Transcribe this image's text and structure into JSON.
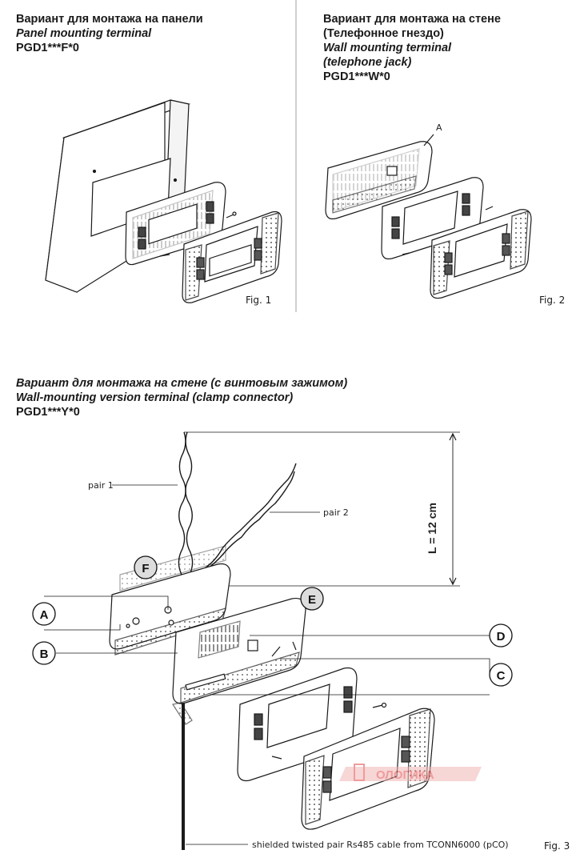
{
  "fig1": {
    "ru": "Вариант для монтажа на панели",
    "en": "Panel mounting terminal",
    "code": "PGD1***F*0",
    "caption": "Fig. 1"
  },
  "fig2": {
    "ru_line1": "Вариант для монтажа на стене",
    "ru_line2": "(Телефонное гнездо)",
    "en_line1": "Wall mounting terminal",
    "en_line2": "(telephone jack)",
    "code": "PGD1***W*0",
    "label_a": "A",
    "caption": "Fig. 2"
  },
  "fig3": {
    "ru": "Вариант для монтажа на стене (с винтовым зажимом)",
    "en": "Wall-mounting version terminal (clamp connector)",
    "code": "PGD1***Y*0",
    "pair1": "pair 1",
    "pair2": "pair 2",
    "length": "L = 12 cm",
    "cable": "shielded twisted pair Rs485 cable from TCONN6000 (pCO)",
    "markers": [
      "A",
      "B",
      "C",
      "D",
      "E",
      "F"
    ],
    "watermark": "ОЛОГИКА",
    "caption": "Fig. 3"
  }
}
